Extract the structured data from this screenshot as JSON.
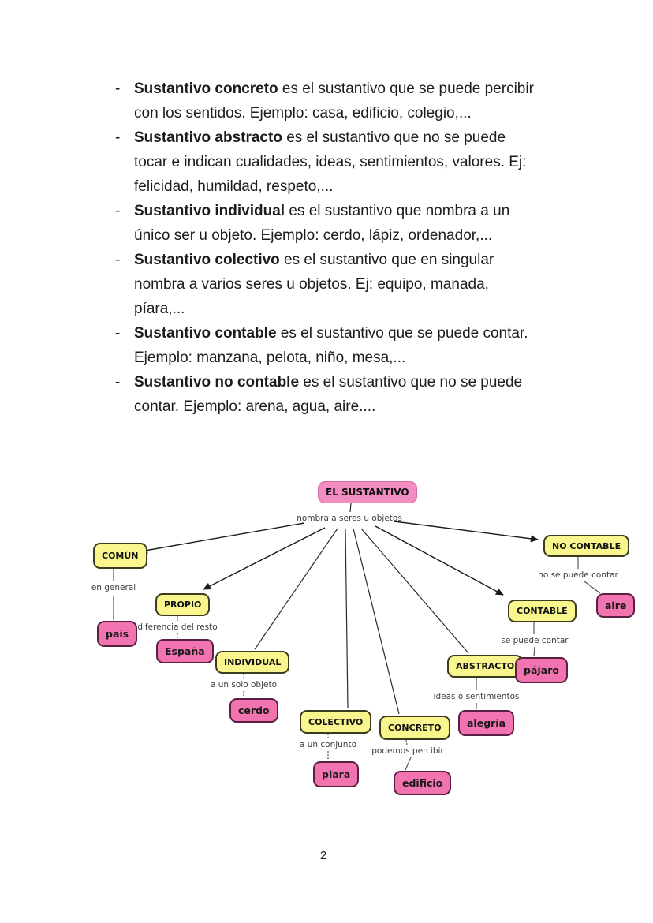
{
  "page": {
    "number": "2"
  },
  "list": {
    "marker": "-",
    "items": [
      {
        "term": "Sustantivo concreto",
        "rest": " es el sustantivo que se puede percibir\ncon los sentidos. Ejemplo: casa, edificio, colegio,..."
      },
      {
        "term": "Sustantivo abstracto",
        "rest": " es el sustantivo que no se puede\ntocar e indican cualidades, ideas, sentimientos, valores. Ej:\nfelicidad, humildad, respeto,..."
      },
      {
        "term": "Sustantivo individual",
        "rest": " es el sustantivo que nombra a un\núnico ser u objeto. Ejemplo: cerdo, lápiz, ordenador,..."
      },
      {
        "term": "Sustantivo colectivo",
        "rest": " es el sustantivo que en singular\nnombra a varios seres u objetos. Ej: equipo, manada,\npíara,..."
      },
      {
        "term": "Sustantivo contable",
        "rest": " es el sustantivo que se puede contar.\nEjemplo: manzana, pelota, niño, mesa,..."
      },
      {
        "term": "Sustantivo no contable",
        "rest": " es el sustantivo que no se puede\ncontar. Ejemplo: arena, agua, aire...."
      }
    ]
  },
  "diagram": {
    "root": {
      "label": "EL SUSTANTIVO"
    },
    "root_caption": "nombra a seres u objetos",
    "branches": [
      {
        "label": "COMÚN",
        "caption": "en general",
        "example": "país"
      },
      {
        "label": "PROPIO",
        "caption": "diferencia del resto",
        "example": "España"
      },
      {
        "label": "INDIVIDUAL",
        "caption": "a un solo objeto",
        "example": "cerdo"
      },
      {
        "label": "COLECTIVO",
        "caption": "a un conjunto",
        "example": "piara"
      },
      {
        "label": "CONCRETO",
        "caption": "podemos percibir",
        "example": "edificio"
      },
      {
        "label": "ABSTRACTO",
        "caption": "ideas o sentimientos",
        "example": "alegría"
      },
      {
        "label": "CONTABLE",
        "caption": "se puede contar",
        "example": "pájaro"
      },
      {
        "label": "NO CONTABLE",
        "caption": "no se puede contar",
        "example": "aire"
      }
    ],
    "colors": {
      "root_fill": "#f28cc1",
      "category_fill": "#f8f68d",
      "category_border": "#3c3b20",
      "example_fill": "#f173b0",
      "example_border": "#5a1f44",
      "line": "#2b2b2b"
    }
  }
}
